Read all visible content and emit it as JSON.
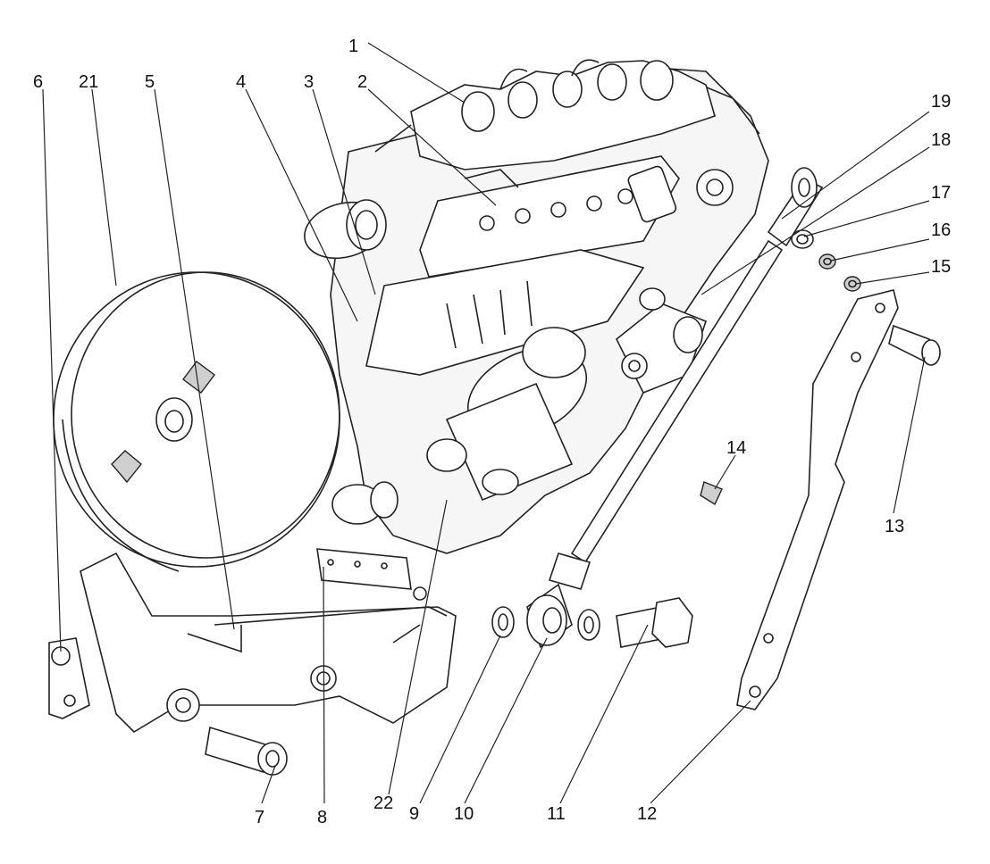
{
  "callouts": [
    "1",
    "2",
    "3",
    "4",
    "5",
    "6",
    "7",
    "8",
    "9",
    "10",
    "11",
    "12",
    "13",
    "14",
    "15",
    "16",
    "17",
    "18",
    "19",
    "21",
    "22"
  ]
}
